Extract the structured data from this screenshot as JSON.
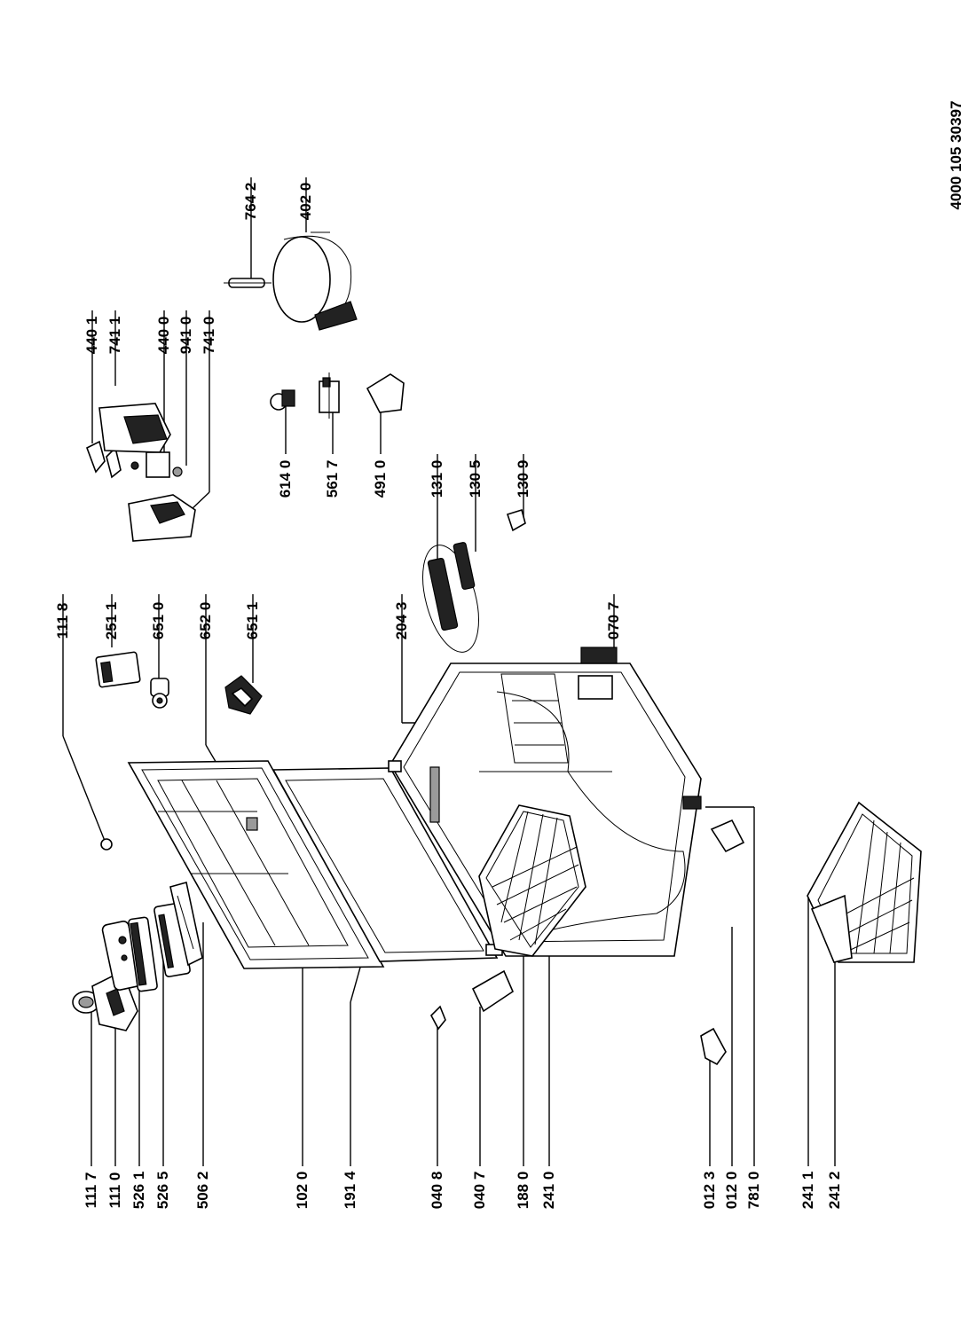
{
  "document_code": "4000 105 30397",
  "labels": {
    "l1117": "111 7",
    "l1110": "111 0",
    "l5261": "526 1",
    "l5265": "526 5",
    "l5062": "506 2",
    "l1020": "102 0",
    "l1914": "191 4",
    "l0408": "040 8",
    "l0407": "040 7",
    "l1880": "188 0",
    "l2410": "241 0",
    "l0123": "012 3",
    "l0120": "012 0",
    "l7810": "781 0",
    "l2411": "241 1",
    "l2412": "241 2",
    "l1118": "111 8",
    "l2511": "251 1",
    "l6510": "651 0",
    "l6520": "652 0",
    "l6511": "651 1",
    "l2043": "204 3",
    "l0707": "070 7",
    "l1310": "131 0",
    "l1305": "130 5",
    "l1309": "130 9",
    "l6140": "614 0",
    "l5617": "561 7",
    "l4910": "491 0",
    "l4401": "440 1",
    "l7411": "741 1",
    "l4400": "440 0",
    "l9410": "941 0",
    "l7410": "741 0",
    "l7642": "764 2",
    "l4020": "402 0"
  }
}
